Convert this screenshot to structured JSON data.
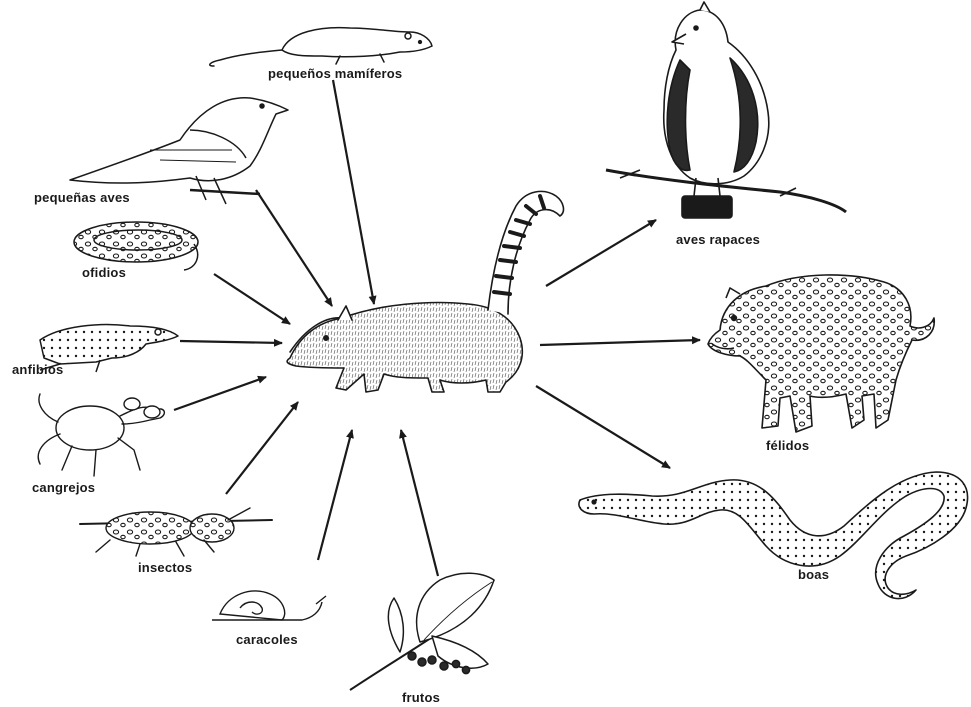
{
  "diagram": {
    "center": "coatí",
    "prey": [
      {
        "key": "pequenos-mamiferos",
        "label": "pequeños mamíferos"
      },
      {
        "key": "pequenas-aves",
        "label": "pequeñas aves"
      },
      {
        "key": "ofidios",
        "label": "ofidios"
      },
      {
        "key": "anfibios",
        "label": "anfibios"
      },
      {
        "key": "cangrejos",
        "label": "cangrejos"
      },
      {
        "key": "insectos",
        "label": "insectos"
      },
      {
        "key": "caracoles",
        "label": "caracoles"
      },
      {
        "key": "frutos",
        "label": "frutos"
      }
    ],
    "predators": [
      {
        "key": "aves-rapaces",
        "label": "aves rapaces"
      },
      {
        "key": "felidos",
        "label": "félidos"
      },
      {
        "key": "boas",
        "label": "boas"
      }
    ],
    "colors": {
      "ink": "#1a1a1a",
      "background": "#ffffff"
    }
  }
}
